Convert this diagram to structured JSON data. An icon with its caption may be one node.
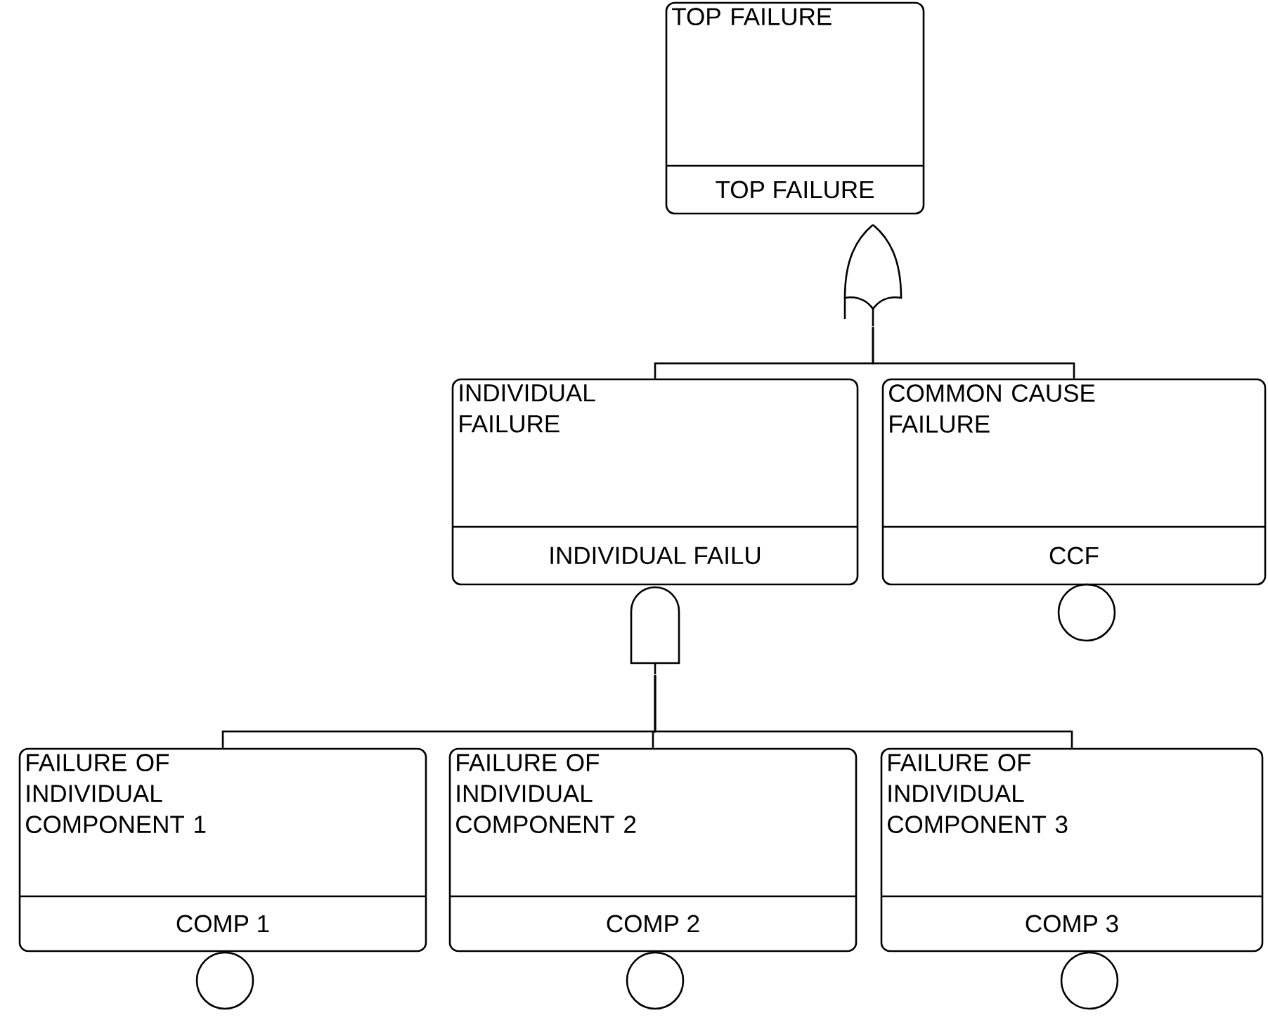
{
  "diagram": {
    "nodes": [
      {
        "text": [
          "TOP FAILURE",
          "TOP FAILURE"
        ]
      },
      {
        "text": [],
        "shape": "shield"
      },
      {
        "text": [
          "INDIVIDUAL FAILURE",
          "INDIVIDUAL FAILU"
        ]
      },
      {
        "text": [
          "COMMON CAUSE FAILURE",
          "CCF"
        ]
      },
      {
        "text": [],
        "shape": "circle"
      },
      {
        "text": [],
        "shape": "dome"
      },
      {
        "text": [
          "FAILURE OF INDIVIDUAL COMPONENT 1",
          "COMP 1"
        ]
      },
      {
        "text": [
          "FAILURE OF INDIVIDUAL COMPONENT 2",
          "COMP 2"
        ]
      },
      {
        "text": [
          "FAILURE OF INDIVIDUAL COMPONENT 3",
          "COMP 3"
        ]
      },
      {
        "text": [],
        "shape": "circle"
      },
      {
        "text": [],
        "shape": "circle"
      },
      {
        "text": [],
        "shape": "circle"
      }
    ],
    "edges": [
      {
        "from": 1,
        "to": 2,
        "arrow": "none"
      },
      {
        "from": 1,
        "to": 3,
        "arrow": "none"
      },
      {
        "from": 5,
        "to": 6,
        "arrow": "none"
      },
      {
        "from": 5,
        "to": 7,
        "arrow": "none"
      },
      {
        "from": 5,
        "to": 8,
        "arrow": "none"
      }
    ]
  }
}
